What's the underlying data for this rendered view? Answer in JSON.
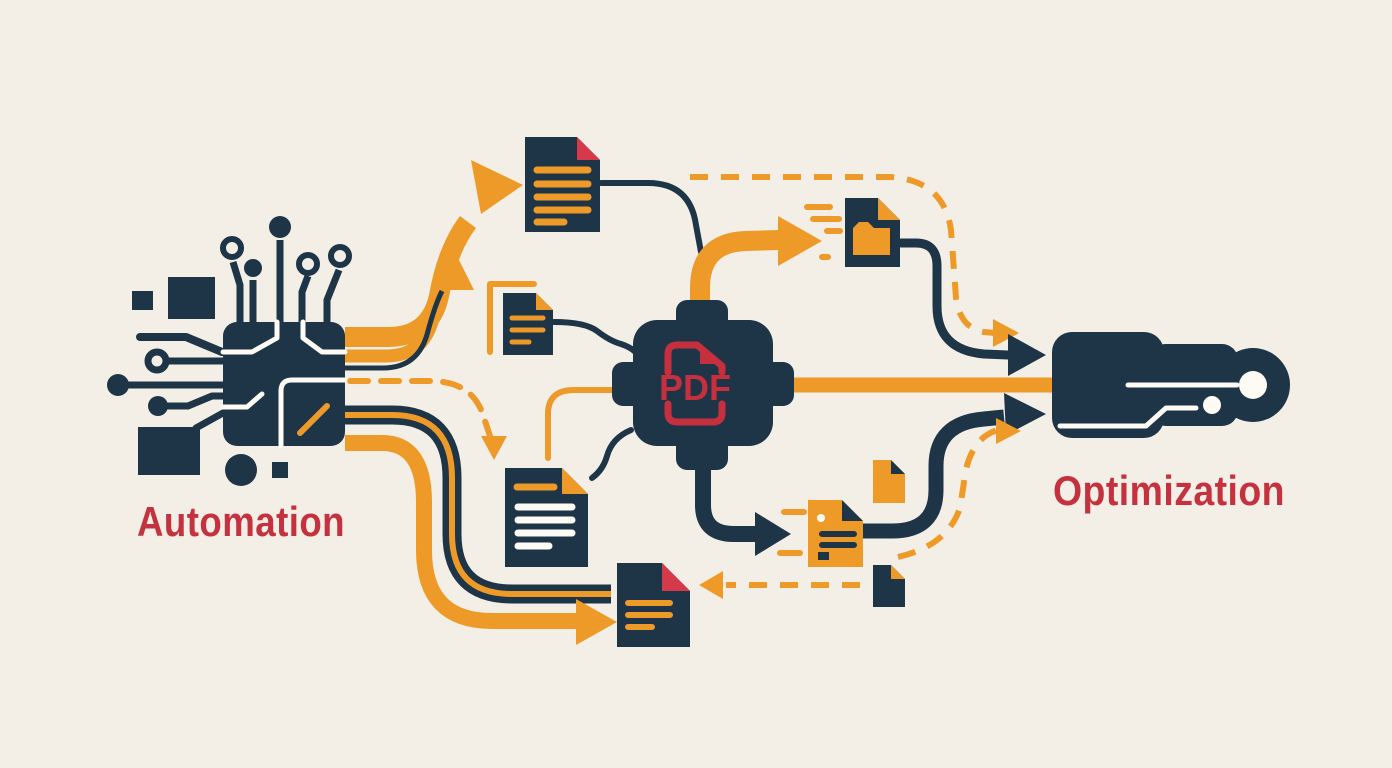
{
  "diagram": {
    "labels": {
      "automation": "Automation",
      "optimization": "Optimization",
      "pdf": "PDF"
    },
    "colors": {
      "background": "#f4efe6",
      "navy": "#1e3447",
      "orange": "#ee9a28",
      "red_text": "#c4313f",
      "red_accent": "#d6394a",
      "white_trace": "#fdfbf4"
    },
    "icons": [
      "automation-chip-icon",
      "document-icon-top",
      "document-icon-copy",
      "document-icon-middle",
      "document-icon-bottom",
      "pdf-processor-gear-icon",
      "folder-document-icon",
      "speed-document-icon",
      "small-document-icon-1",
      "small-document-icon-2",
      "optimization-tool-icon"
    ]
  }
}
